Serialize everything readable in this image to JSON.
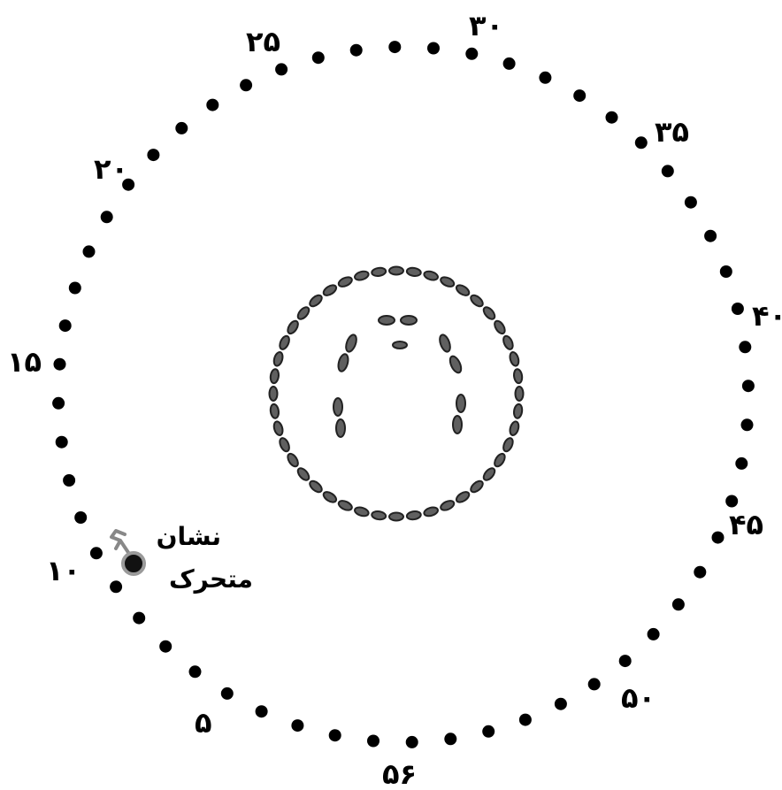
{
  "puzzle": {
    "number_labels": [
      "۵",
      "۱۰",
      "۱۵",
      "۲۰",
      "۲۵",
      "۳۰",
      "۳۵",
      "۴۰",
      "۴۵",
      "۵۰",
      "۵۶"
    ],
    "marker_label_line1": "نشان",
    "marker_label_line2": "متحرک",
    "dot_color": "#000000",
    "inner_shape_color": "#555555"
  }
}
